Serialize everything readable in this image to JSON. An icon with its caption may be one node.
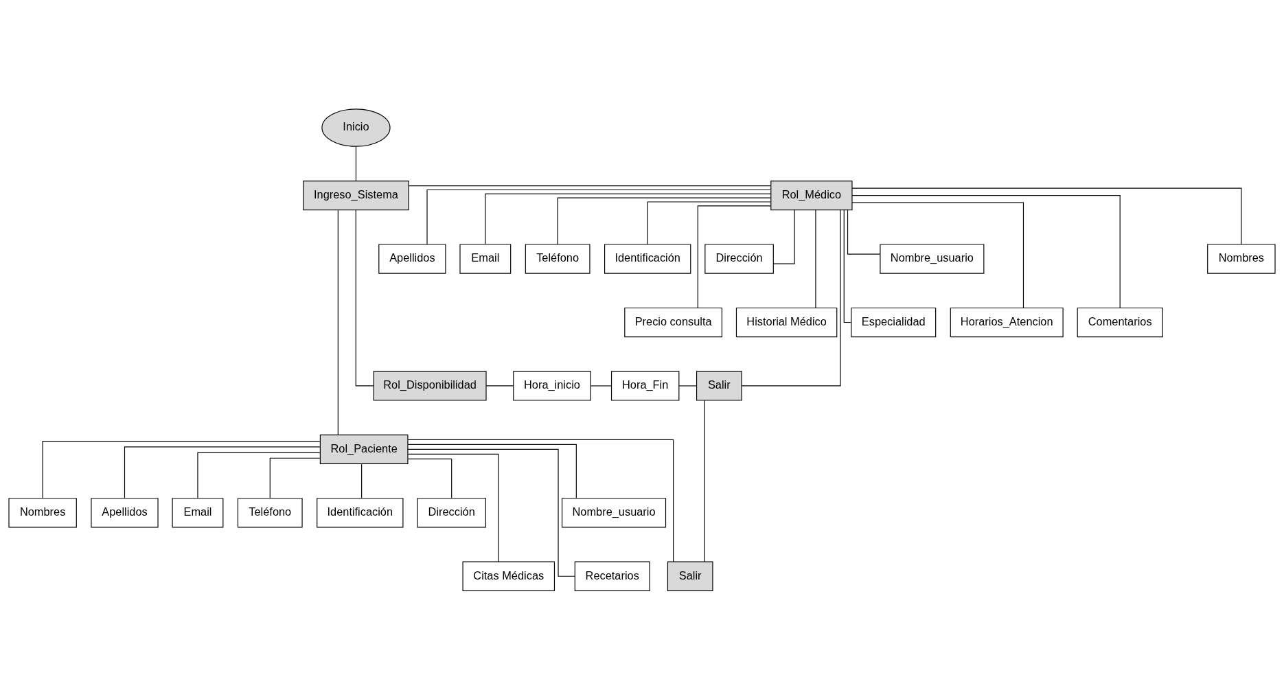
{
  "diagram": {
    "nodes": [
      {
        "text": [
          "Inicio"
        ]
      },
      {
        "text": [
          "Ingreso_Sistema"
        ]
      },
      {
        "text": [
          "Rol_Médico"
        ]
      },
      {
        "text": [
          "Nombre_usuario"
        ]
      },
      {
        "text": [
          "Nombres"
        ]
      },
      {
        "text": [
          "Apellidos"
        ]
      },
      {
        "text": [
          "Email"
        ]
      },
      {
        "text": [
          "Teléfono"
        ]
      },
      {
        "text": [
          "Identificación"
        ]
      },
      {
        "text": [
          "Dirección"
        ]
      },
      {
        "text": [
          "Especialidad"
        ]
      },
      {
        "text": [
          "Precio consulta"
        ]
      },
      {
        "text": [
          "Historial Médico"
        ]
      },
      {
        "text": [
          "Horarios_Atencion"
        ]
      },
      {
        "text": [
          "Comentarios"
        ]
      },
      {
        "text": [
          "Rol_Disponibilidad"
        ]
      },
      {
        "text": [
          "Hora_inicio"
        ]
      },
      {
        "text": [
          "Hora_Fin"
        ]
      },
      {
        "text": [
          "Salir"
        ]
      },
      {
        "text": [
          "Rol_Paciente"
        ]
      },
      {
        "text": [
          "Nombre_usuario"
        ]
      },
      {
        "text": [
          "Nombres"
        ]
      },
      {
        "text": [
          "Apellidos"
        ]
      },
      {
        "text": [
          "Email"
        ]
      },
      {
        "text": [
          "Teléfono"
        ]
      },
      {
        "text": [
          "Identificación"
        ]
      },
      {
        "text": [
          "Dirección"
        ]
      },
      {
        "text": [
          "Recetarios"
        ]
      },
      {
        "text": [
          "Citas Médicas"
        ]
      },
      {
        "text": [
          "Salir"
        ]
      }
    ],
    "edges": [
      {
        "from": 0,
        "to": 1,
        "arrow": "none"
      },
      {
        "from": 1,
        "to": 2,
        "arrow": "none"
      },
      {
        "from": 2,
        "to": 3,
        "arrow": "none"
      },
      {
        "from": 2,
        "to": 4,
        "arrow": "none"
      },
      {
        "from": 2,
        "to": 5,
        "arrow": "none"
      },
      {
        "from": 2,
        "to": 6,
        "arrow": "none"
      },
      {
        "from": 2,
        "to": 7,
        "arrow": "none"
      },
      {
        "from": 2,
        "to": 8,
        "arrow": "none"
      },
      {
        "from": 2,
        "to": 9,
        "arrow": "none"
      },
      {
        "from": 2,
        "to": 10,
        "arrow": "none"
      },
      {
        "from": 2,
        "to": 11,
        "arrow": "none"
      },
      {
        "from": 2,
        "to": 12,
        "arrow": "none"
      },
      {
        "from": 2,
        "to": 13,
        "arrow": "none"
      },
      {
        "from": 2,
        "to": 14,
        "arrow": "none"
      },
      {
        "from": 2,
        "to": 18,
        "arrow": "none"
      },
      {
        "from": 1,
        "to": 15,
        "arrow": "none"
      },
      {
        "from": 15,
        "to": 16,
        "arrow": "none"
      },
      {
        "from": 16,
        "to": 17,
        "arrow": "none"
      },
      {
        "from": 17,
        "to": 18,
        "arrow": "none"
      },
      {
        "from": 1,
        "to": 19,
        "arrow": "none"
      },
      {
        "from": 19,
        "to": 20,
        "arrow": "none"
      },
      {
        "from": 19,
        "to": 21,
        "arrow": "none"
      },
      {
        "from": 19,
        "to": 22,
        "arrow": "none"
      },
      {
        "from": 19,
        "to": 23,
        "arrow": "none"
      },
      {
        "from": 19,
        "to": 24,
        "arrow": "none"
      },
      {
        "from": 19,
        "to": 25,
        "arrow": "none"
      },
      {
        "from": 19,
        "to": 26,
        "arrow": "none"
      },
      {
        "from": 19,
        "to": 27,
        "arrow": "none"
      },
      {
        "from": 19,
        "to": 28,
        "arrow": "none"
      },
      {
        "from": 19,
        "to": 29,
        "arrow": "none"
      },
      {
        "from": 18,
        "to": 29,
        "arrow": "none"
      }
    ]
  }
}
